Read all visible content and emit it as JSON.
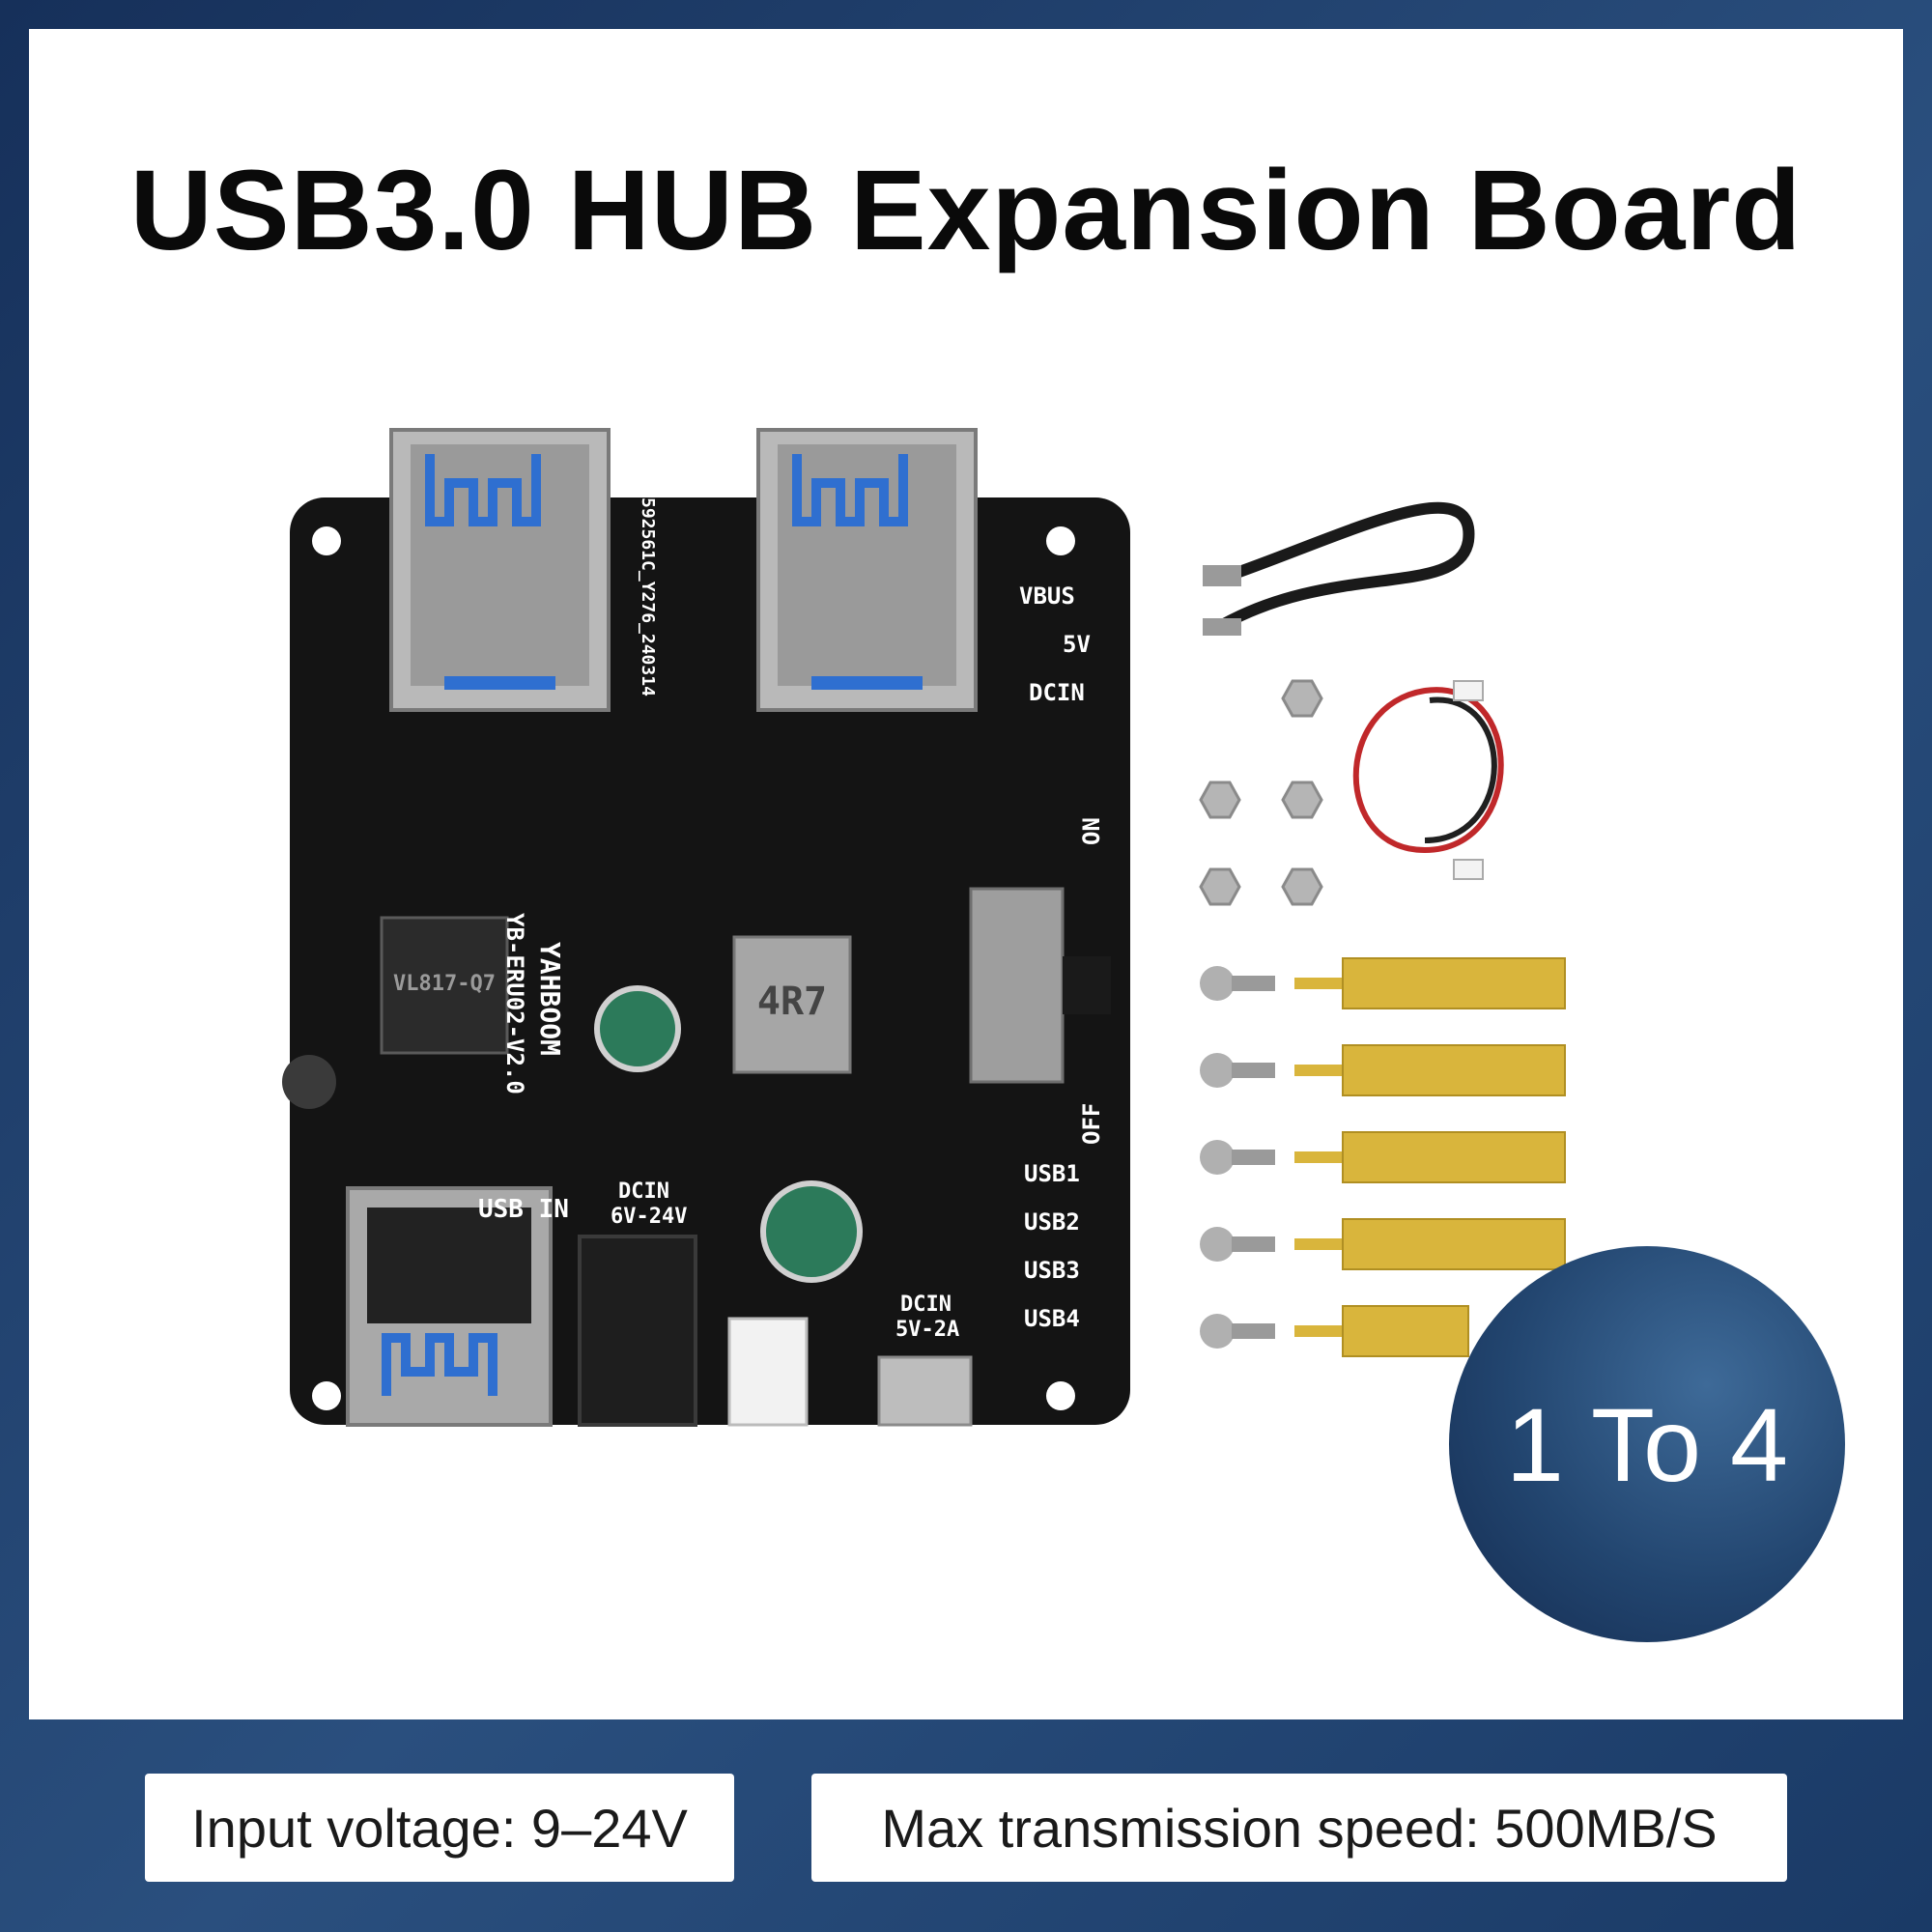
{
  "title": "USB3.0 HUB Expansion Board",
  "badge": "1 To 4",
  "specs": {
    "input_voltage": "Input voltage: 9–24V",
    "max_speed": "Max transmission speed: 500MB/S"
  },
  "board_labels": {
    "brand": "YAHBOOM",
    "model": "YB-ERU02-V2.0",
    "serial": "592561C_Y276_240314",
    "usb_in": "USB IN",
    "dcin_barrel": [
      "DCIN",
      "6V-24V"
    ],
    "dcin_micro": [
      "DCIN",
      "5V-2A"
    ],
    "on": "ON",
    "off": "OFF",
    "leds_top": [
      "VBUS",
      "5V",
      "DCIN"
    ],
    "leds_bottom": [
      "USB1",
      "USB2",
      "USB3",
      "USB4"
    ],
    "chip": "VL817-Q7",
    "inductor": "4R7"
  },
  "colors": {
    "background": "#1d3a64",
    "panel": "#ffffff",
    "badge": "#22456f",
    "pcb": "#141414",
    "usb_blue": "#2f6fd0",
    "brass": "#d9b53c"
  }
}
